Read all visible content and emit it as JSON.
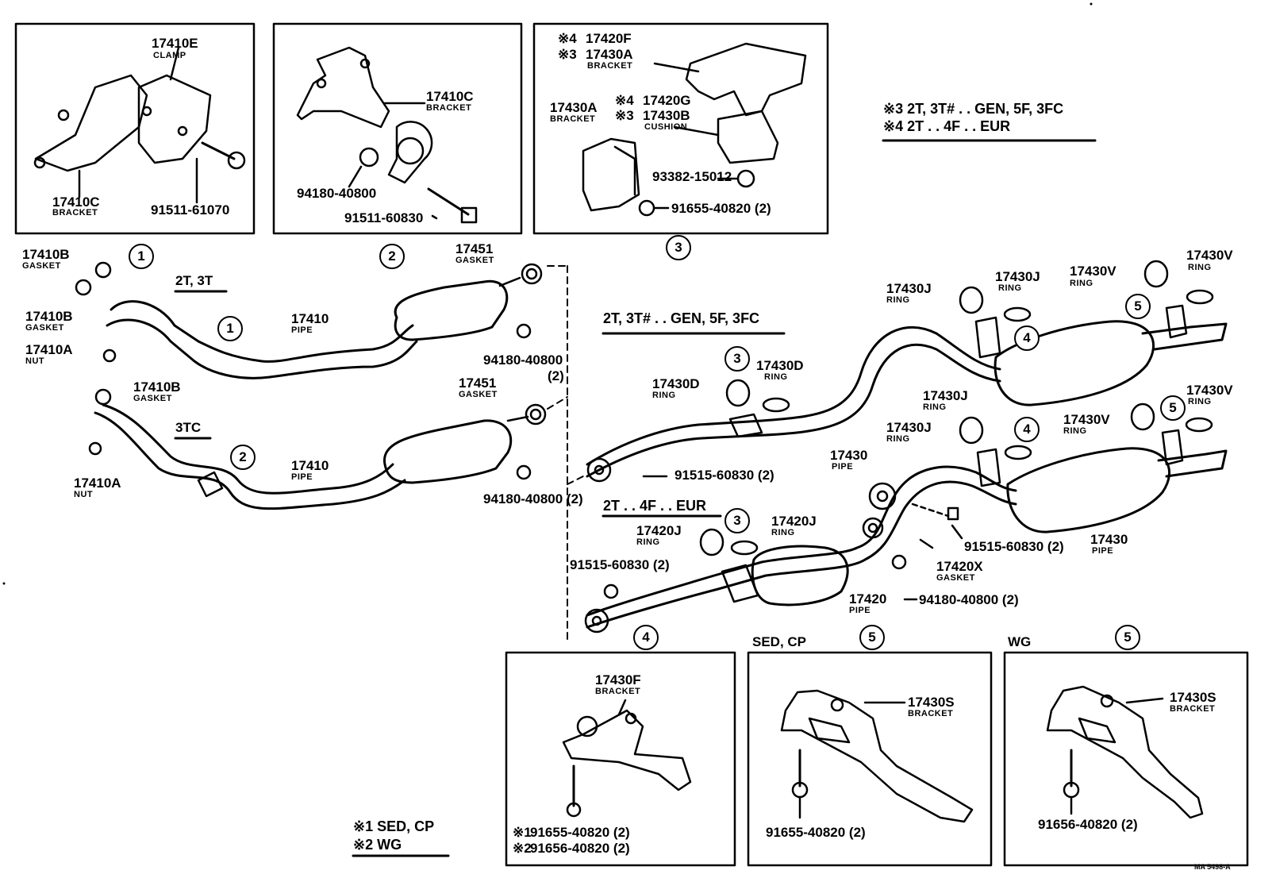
{
  "labels": {
    "p17410E": "17410E",
    "clamp": "CLAMP",
    "p17410C_a": "17410C",
    "bracket_a": "BRACKET",
    "p91511_61070": "91511-61070",
    "p17410C_b": "17410C",
    "bracket_b": "BRACKET",
    "p94180_40800_a": "94180-40800",
    "p91511_60830": "91511-60830",
    "p17420F": "17420F",
    "p17430A_top": "17430A",
    "bracket_c": "BRACKET",
    "p17430A_side": "17430A",
    "bracket_d": "BRACKET",
    "p17420G": "17420G",
    "p17430B": "17430B",
    "cushion": "CUSHION",
    "p93382": "93382-15012",
    "p91655_a": "91655-40820 (2)",
    "mark4": "※4",
    "mark3": "※3",
    "mark4b": "※4",
    "mark3b": "※3",
    "legend3": "※3 2T, 3T# . . GEN, 5F, 3FC",
    "legend4": "※4 2T . . 4F . . EUR",
    "p17410B_a": "17410B",
    "gasket_a": "GASKET",
    "p17410B_b": "17410B",
    "gasket_b": "GASKET",
    "p17410A_a": "17410A",
    "nut_a": "NUT",
    "v2t3t": "2T, 3T",
    "p17410_a": "17410",
    "pipe_a": "PIPE",
    "p17451_a": "17451",
    "gasket_c": "GASKET",
    "p94180_40800_b": "94180-40800",
    "qty2": "(2)",
    "p17410B_c": "17410B",
    "gasket_d": "GASKET",
    "v3tc": "3TC",
    "p17410A_b": "17410A",
    "nut_b": "NUT",
    "p17410_b": "17410",
    "pipe_b": "PIPE",
    "p17451_b": "17451",
    "gasket_e": "GASKET",
    "p94180_40800_c": "94180-40800 (2)",
    "vgen": "2T, 3T# . . GEN, 5F, 3FC",
    "p17430D_a": "17430D",
    "ring_a": "RING",
    "p17430D_b": "17430D",
    "ring_b": "RING",
    "p91515_a": "91515-60830 (2)",
    "p17430J_a": "17430J",
    "ring_c": "RING",
    "p17430J_b": "17430J",
    "ring_d": "RING",
    "p17430V_a": "17430V",
    "ring_e": "RING",
    "p17430V_b": "17430V",
    "ring_f": "RING",
    "p17430_a": "17430",
    "pipe_c": "PIPE",
    "p17430J_c": "17430J",
    "ring_g": "RING",
    "p17430J_d": "17430J",
    "ring_h": "RING",
    "p17430V_c": "17430V",
    "ring_i": "RING",
    "p17430V_d": "17430V",
    "ring_j": "RING",
    "veur": "2T . . 4F . . EUR",
    "p17420J_a": "17420J",
    "ring_k": "RING",
    "p17420J_b": "17420J",
    "ring_l": "RING",
    "p91515_b": "91515-60830 (2)",
    "p91515_c": "91515-60830 (2)",
    "p17420X": "17420X",
    "gasket_f": "GASKET",
    "p17430_b": "17430",
    "pipe_d": "PIPE",
    "p17420": "17420",
    "pipe_e": "PIPE",
    "p94180_40800_d": "94180-40800 (2)",
    "p17430F": "17430F",
    "bracket_e": "BRACKET",
    "p91655_b": "91655-40820 (2)",
    "p91656_a": "91656-40820 (2)",
    "mk1": "※1",
    "mk2": "※2",
    "sedcp": "SED, CP",
    "wg": "WG",
    "p17430S_a": "17430S",
    "bracket_f": "BRACKET",
    "p91655_c": "91655-40820 (2)",
    "p17430S_b": "17430S",
    "bracket_g": "BRACKET",
    "p91656_b": "91656-40820 (2)",
    "legend1": "※1 SED, CP",
    "legend2": "※2 WG",
    "ref": "MA 5498-A",
    "c1": "1",
    "c2": "2",
    "c3": "3",
    "c4": "4",
    "c5": "5"
  }
}
